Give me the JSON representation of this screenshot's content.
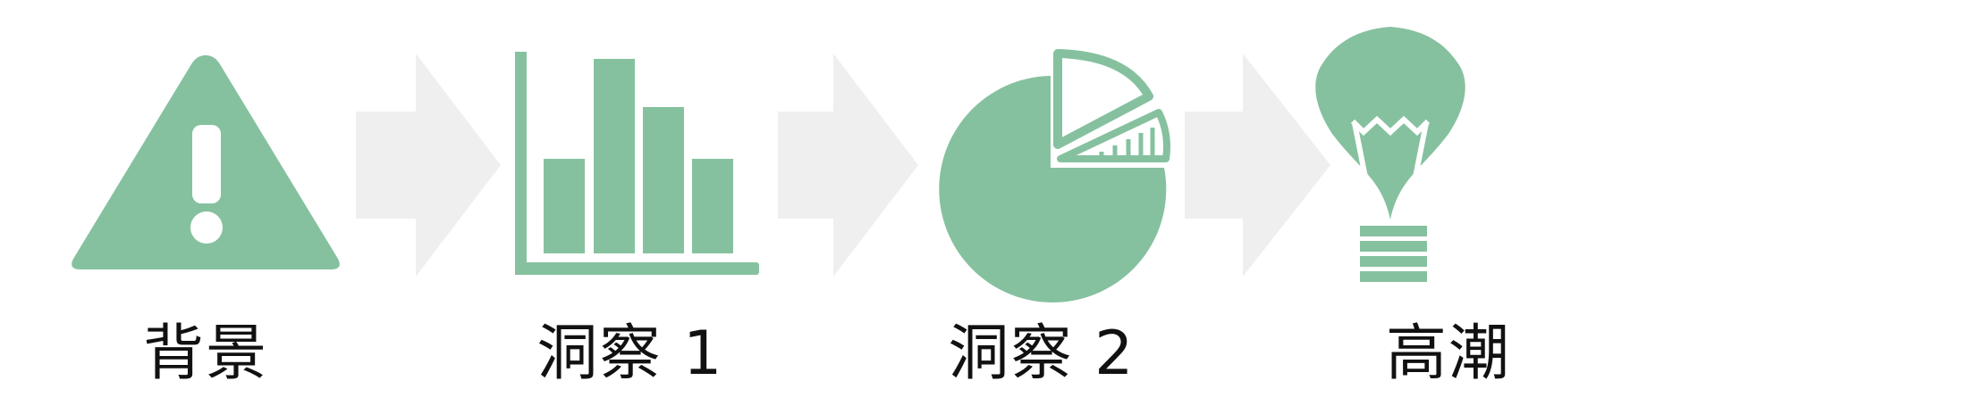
{
  "colors": {
    "icon_green": "#86c19f",
    "arrow_gray": "#efefef",
    "label_text": "#111111",
    "background": "#ffffff"
  },
  "stages": [
    {
      "label": "背景",
      "icon": "warning-triangle-icon"
    },
    {
      "label": "洞察 1",
      "icon": "bar-chart-icon"
    },
    {
      "label": "洞察 2",
      "icon": "pie-chart-icon"
    },
    {
      "label": "高潮",
      "icon": "light-bulb-icon"
    }
  ]
}
